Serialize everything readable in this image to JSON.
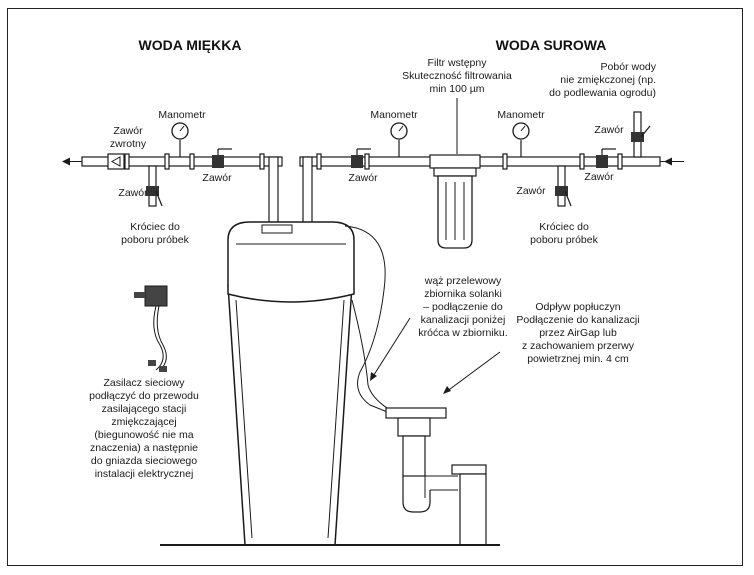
{
  "headings": {
    "soft": "WODA MIĘKKA",
    "raw": "WODA SUROWA"
  },
  "labels": {
    "manometr_left": "Manometr",
    "zawor_zwrotny": [
      "Zawór",
      "zwrotny"
    ],
    "zawor_l1": "Zawór",
    "zawor_l2": "Zawór",
    "krociec_left": [
      "Króciec do",
      "poboru próbek"
    ],
    "filtr": [
      "Filtr wstępny",
      "Skuteczność filtrowania",
      "min 100 µm"
    ],
    "manometr_mid": "Manometr",
    "zawor_m1": "Zawór",
    "manometr_right": "Manometr",
    "pobor": [
      "Pobór wody",
      "nie zmiękczonej (np.",
      "do podlewania ogrodu)"
    ],
    "zawor_r1": "Zawór",
    "zawor_r2": "Zawór",
    "zawor_r3": "Zawór",
    "krociec_right": [
      "Króciec do",
      "poboru próbek"
    ],
    "waz": [
      "wąż przelewowy",
      "zbiornika solanki",
      "– podłączenie do",
      "kanalizacji poniżej",
      "króćca w zbiorniku."
    ],
    "odplyw": [
      "Odpływ popłuczyn",
      "Podłączenie do kanalizacji",
      "przez AirGap lub",
      "z zachowaniem przerwy",
      "powietrznej min. 4 cm"
    ],
    "zasilacz": [
      "Zasilacz sieciowy",
      "podłączyć do przewodu",
      "zasilającego stacji",
      "zmiękczającej",
      "(biegunowość nie ma",
      "znaczenia) a następnie",
      "do gniazda sieciowego",
      "instalacji elektrycznej"
    ]
  }
}
